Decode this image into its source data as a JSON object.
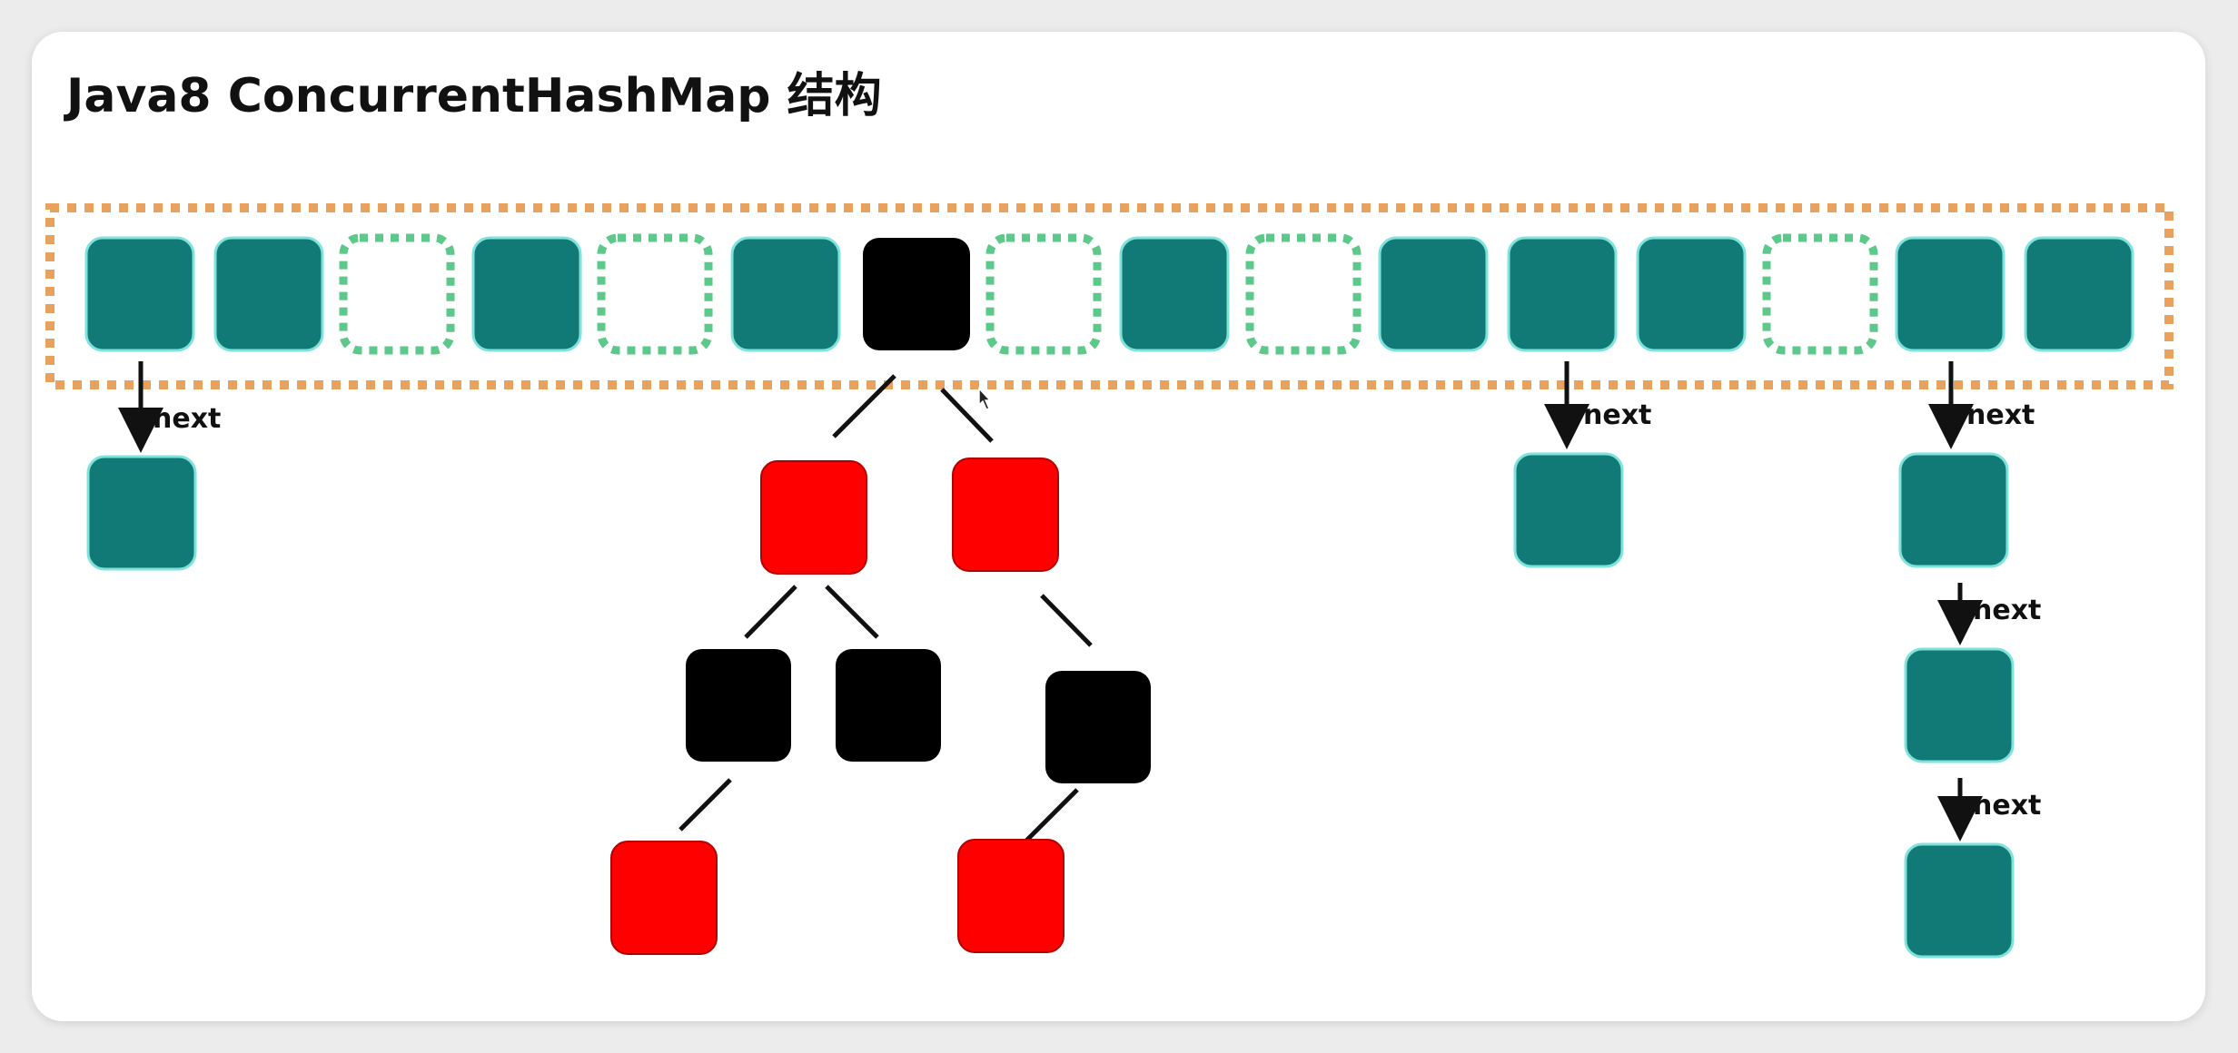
{
  "title": "Java8 ConcurrentHashMap 结构",
  "labels": {
    "next": "next"
  },
  "colors": {
    "bin_filled": "#117a76",
    "bin_glow": "#7fe3dc",
    "bin_empty_border": "#5cc88a",
    "table_border": "#e8a25e",
    "tree_red": "#ff0000",
    "tree_black": "#000000",
    "edge": "#111111"
  },
  "table": {
    "bins": [
      "filled",
      "filled",
      "empty",
      "filled",
      "empty",
      "filled",
      "tree-root",
      "empty",
      "filled",
      "empty",
      "filled",
      "filled",
      "filled",
      "empty",
      "filled",
      "filled"
    ]
  },
  "chains": [
    {
      "bin_index": 0,
      "length": 1
    },
    {
      "bin_index": 11,
      "length": 1
    },
    {
      "bin_index": 14,
      "length": 3
    }
  ],
  "tree": {
    "root_bin_index": 6,
    "root_color": "black",
    "nodes": [
      {
        "id": "L",
        "color": "red"
      },
      {
        "id": "R",
        "color": "red"
      },
      {
        "id": "LL",
        "color": "black"
      },
      {
        "id": "LR",
        "color": "black"
      },
      {
        "id": "RR",
        "color": "black"
      },
      {
        "id": "LLL",
        "color": "red"
      },
      {
        "id": "RRL",
        "color": "red"
      }
    ]
  }
}
